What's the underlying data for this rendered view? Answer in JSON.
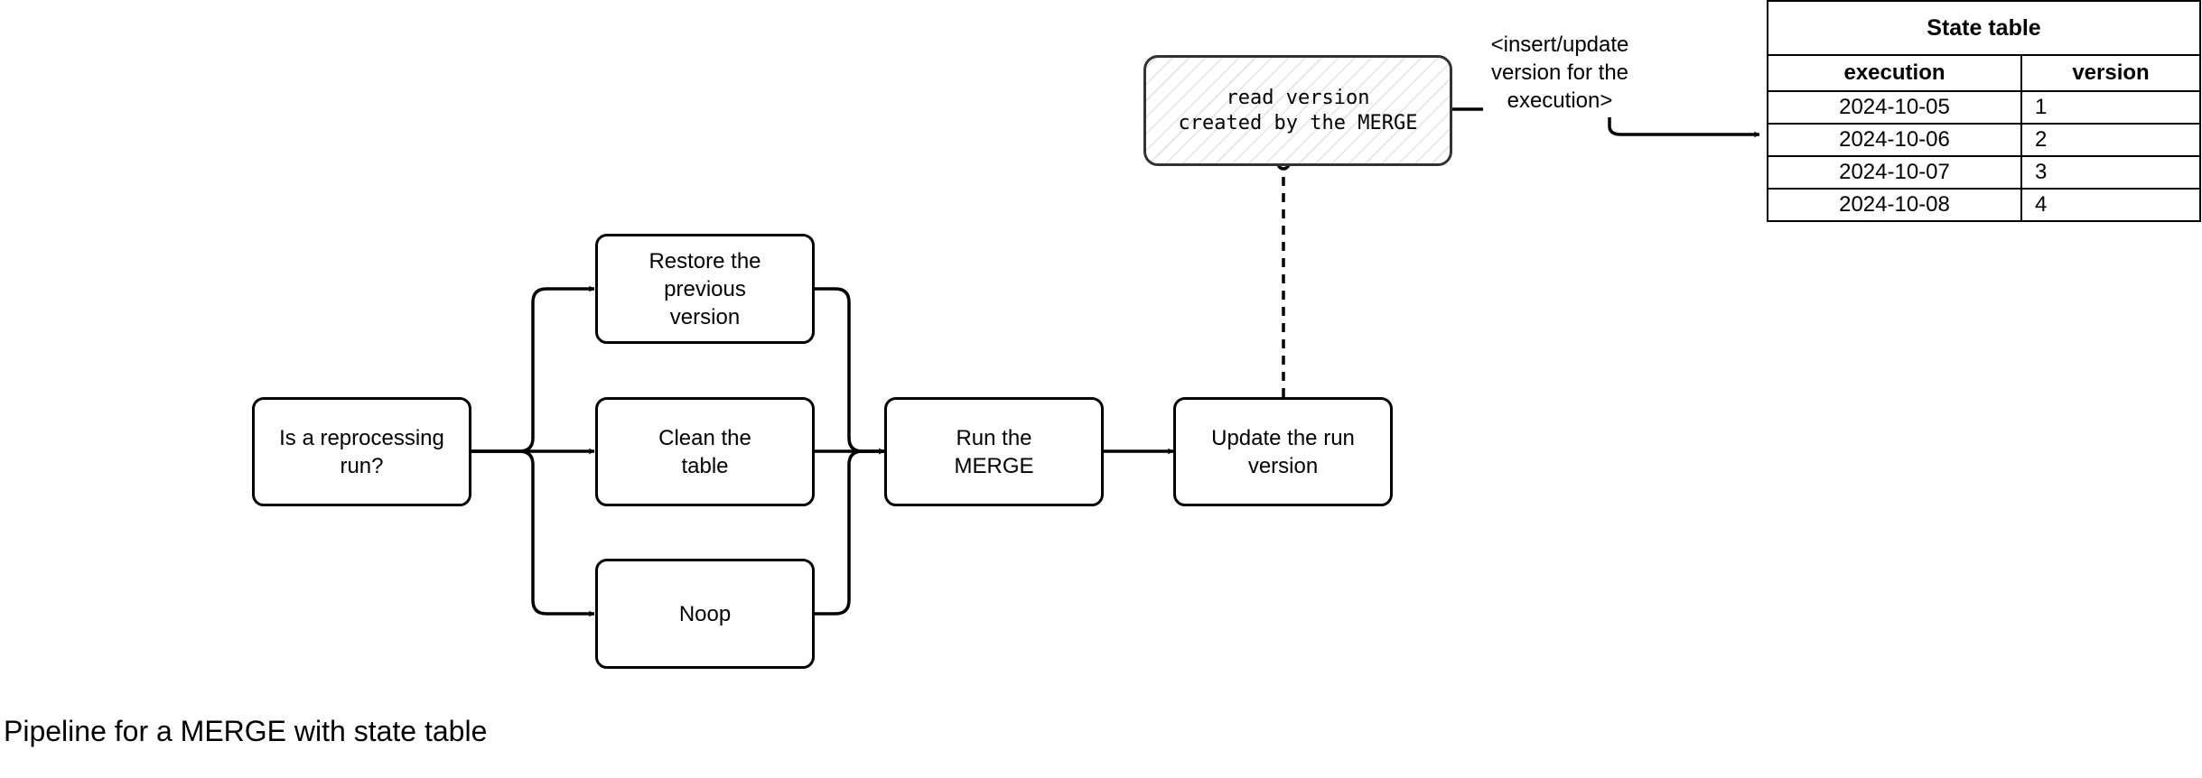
{
  "diagram": {
    "caption": "Pipeline for a MERGE with state table",
    "nodes": {
      "reprocess": "Is a reprocessing\nrun?",
      "restore": "Restore the\nprevious\nversion",
      "clean": "Clean the\ntable",
      "noop": "Noop",
      "merge": "Run the\nMERGE",
      "update": "Update the run\nversion",
      "read_version": "read version\ncreated by the MERGE"
    },
    "annotation": "<insert/update\nversion for the\nexecution>",
    "state_table": {
      "title": "State table",
      "columns": [
        "execution",
        "version"
      ],
      "rows": [
        {
          "execution": "2024-10-05",
          "version": "1"
        },
        {
          "execution": "2024-10-06",
          "version": "2"
        },
        {
          "execution": "2024-10-07",
          "version": "3"
        },
        {
          "execution": "2024-10-08",
          "version": "4"
        }
      ]
    }
  }
}
